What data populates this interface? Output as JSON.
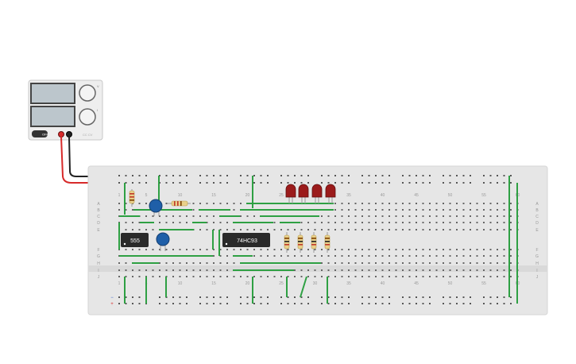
{
  "power_supply": {
    "button_label": "OFF",
    "knob_labels": [
      "V",
      "I"
    ],
    "brand_text": "CC CV"
  },
  "breadboard": {
    "column_numbers": [
      "1",
      "5",
      "10",
      "15",
      "20",
      "25",
      "30",
      "35",
      "40",
      "45",
      "50",
      "55",
      "60"
    ],
    "row_letters_top": [
      "A",
      "B",
      "C",
      "D",
      "E"
    ],
    "row_letters_bottom": [
      "F",
      "G",
      "H",
      "I",
      "J"
    ],
    "rail_plus": "+",
    "rail_minus": "−"
  },
  "components": {
    "chip_555_label": "555",
    "chip_74hc93_label": "74HC93",
    "led_count": 4,
    "bottom_resistor_count": 4,
    "capacitor_count": 2
  },
  "colors": {
    "wire": "#2ea043",
    "wire_red": "#d72a2a",
    "wire_black": "#222222",
    "board": "#e6e6e6",
    "led": "#9b1b1b",
    "capacitor": "#1f5fa8",
    "chip": "#2a2a2a"
  }
}
